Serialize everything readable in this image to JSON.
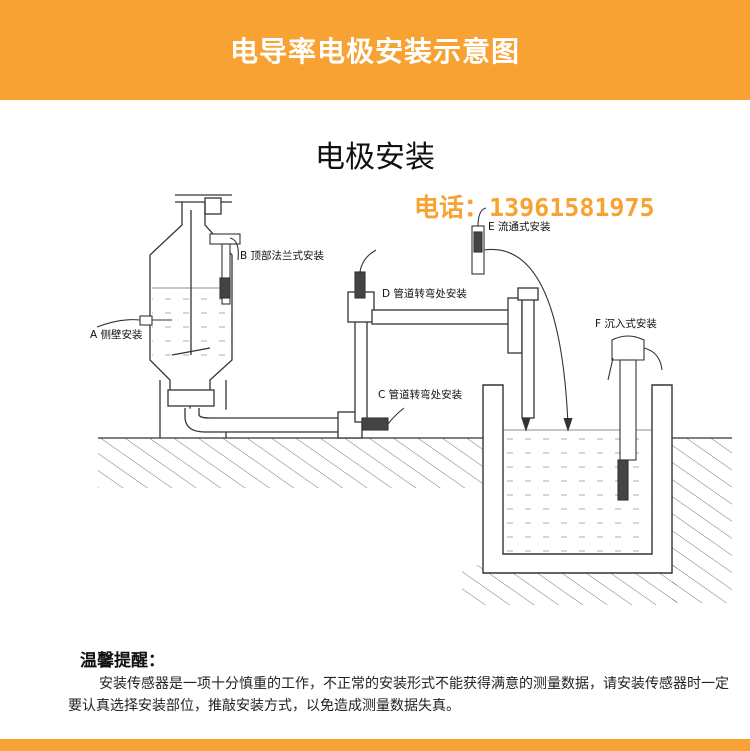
{
  "header": {
    "title": "电导率电极安装示意图"
  },
  "subtitle": "电极安装",
  "phone": {
    "label": "电话：",
    "number": "13961581975"
  },
  "labels": {
    "a": "A 侧壁安装",
    "b": "B 顶部法兰式安装",
    "c": "C 管道转弯处安装",
    "d": "D 管道转弯处安装",
    "e": "E 流通式安装",
    "f": "F 沉入式安装"
  },
  "tips": {
    "title": "温馨提醒：",
    "text": "安装传感器是一项十分慎重的工作，不正常的安装形式不能获得满意的测量数据，请安装传感器时一定要认真选择安装部位，推敲安装方式，以免造成测量数据失真。"
  },
  "colors": {
    "accent": "#f7a233",
    "line": "#333333"
  }
}
